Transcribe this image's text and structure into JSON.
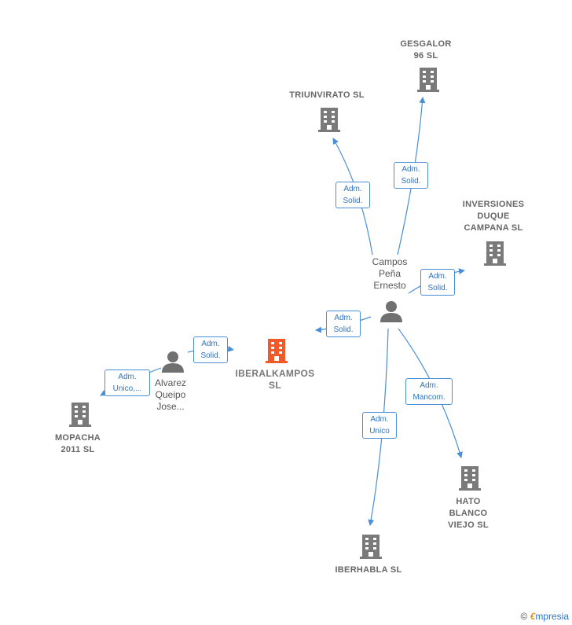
{
  "colors": {
    "edge": "#4a8fd6",
    "company_icon": "#7a7a7a",
    "focus_icon": "#f05a28",
    "person_icon": "#707070"
  },
  "nodes": {
    "focus": {
      "lines": [
        "IBERALKAMPOS",
        "SL"
      ],
      "icon": "building-icon"
    },
    "gesgalor": {
      "lines": [
        "GESGALOR",
        "96 SL"
      ],
      "icon": "building-icon"
    },
    "triunvirato": {
      "lines": [
        "TRIUNVIRATO SL"
      ],
      "icon": "building-icon"
    },
    "inversiones": {
      "lines": [
        "INVERSIONES",
        "DUQUE",
        "CAMPANA  SL"
      ],
      "icon": "building-icon"
    },
    "hato": {
      "lines": [
        "HATO",
        "BLANCO",
        "VIEJO SL"
      ],
      "icon": "building-icon"
    },
    "iberhabla": {
      "lines": [
        "IBERHABLA SL"
      ],
      "icon": "building-icon"
    },
    "mopacha": {
      "lines": [
        "MOPACHA",
        "2011 SL"
      ],
      "icon": "building-icon"
    },
    "campos": {
      "lines": [
        "Campos",
        "Peña",
        "Ernesto"
      ],
      "icon": "person-icon"
    },
    "alvarez": {
      "lines": [
        "Alvarez",
        "Queipo",
        "Jose..."
      ],
      "icon": "person-icon"
    }
  },
  "edges": {
    "campos_gesgalor": [
      "Adm.",
      "Solid."
    ],
    "campos_triunvirato": [
      "Adm.",
      "Solid."
    ],
    "campos_inversiones": [
      "Adm.",
      "Solid."
    ],
    "campos_focus": [
      "Adm.",
      "Solid."
    ],
    "campos_hato": [
      "Adm.",
      "Mancom."
    ],
    "campos_iberhabla": [
      "Adm.",
      "Unico"
    ],
    "alvarez_focus": [
      "Adm.",
      "Solid."
    ],
    "alvarez_mopacha": [
      "Adm.",
      "Unico,..."
    ]
  },
  "brand": {
    "copyright": "©",
    "initial": "€",
    "name": "mpresia"
  }
}
